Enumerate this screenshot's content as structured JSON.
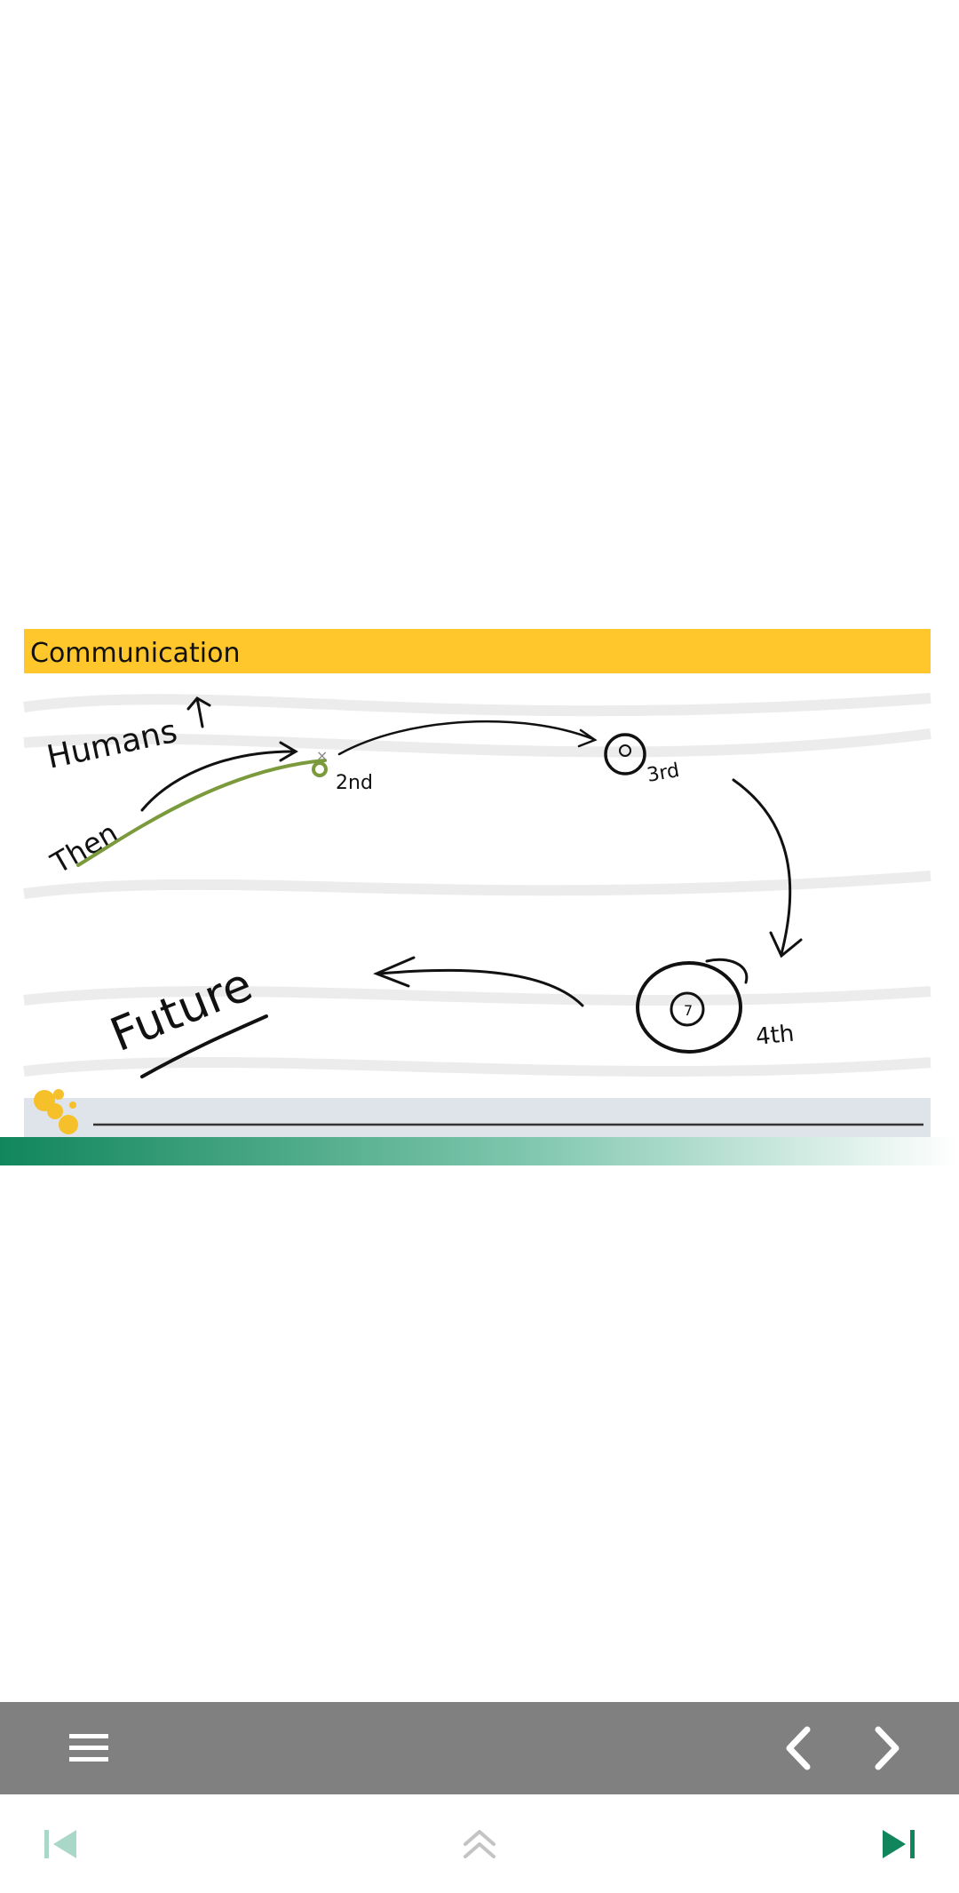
{
  "slide": {
    "title": "Communication",
    "annotations": {
      "humans": "Humans",
      "then": "Then",
      "second": "2nd",
      "third": "3rd",
      "fourth": "4th",
      "future": "Future",
      "x_mark": "×"
    },
    "colors": {
      "title_band": "#ffc72c",
      "footer_band": "#dfe3ea",
      "green_bar_start": "#11865c",
      "highlight_stroke": "#7a9a3c",
      "logo_dots": "#f5c02a"
    }
  },
  "toolbar": {
    "menu_icon": "hamburger-menu-icon",
    "prev_icon": "chevron-left-icon",
    "next_icon": "chevron-right-icon"
  },
  "bottombar": {
    "first_icon": "skip-to-first-icon",
    "up_icon": "double-chevron-up-icon",
    "last_icon": "skip-to-last-icon",
    "active_color": "#11865c",
    "disabled_color": "#a9d8c8"
  }
}
